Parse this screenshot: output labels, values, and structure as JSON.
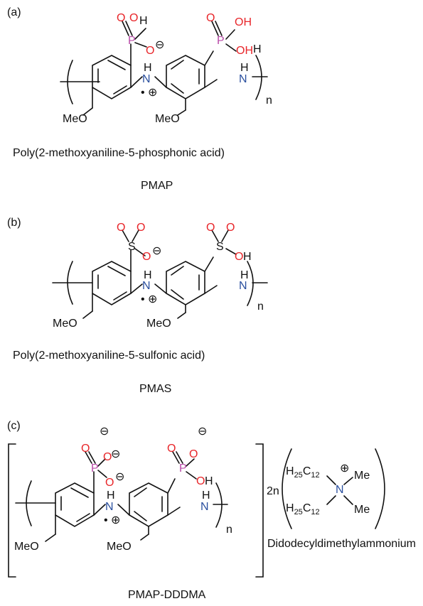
{
  "colors": {
    "oxygen": "#e8262a",
    "phosphorus": "#b84aa8",
    "nitrogen": "#2a4f9e",
    "bond": "#111111"
  },
  "atoms": {
    "O": "O",
    "OH": "OH",
    "H": "H",
    "P": "P",
    "S": "S",
    "N": "N",
    "MeO": "MeO",
    "Me": "Me",
    "n": "n",
    "minus": "⊖",
    "plus": "⊕",
    "two_n": "2n",
    "H25C12": "H25C12"
  },
  "panels": [
    {
      "label": "(a)",
      "name": "Poly(2-methoxyaniline-5-phosphonic acid)",
      "abbr": "PMAP"
    },
    {
      "label": "(b)",
      "name": "Poly(2-methoxyaniline-5-sulfonic acid)",
      "abbr": "PMAS"
    },
    {
      "label": "(c)",
      "name": "Didodecyldimethylammonium",
      "abbr": "PMAP-DDDMA"
    }
  ]
}
